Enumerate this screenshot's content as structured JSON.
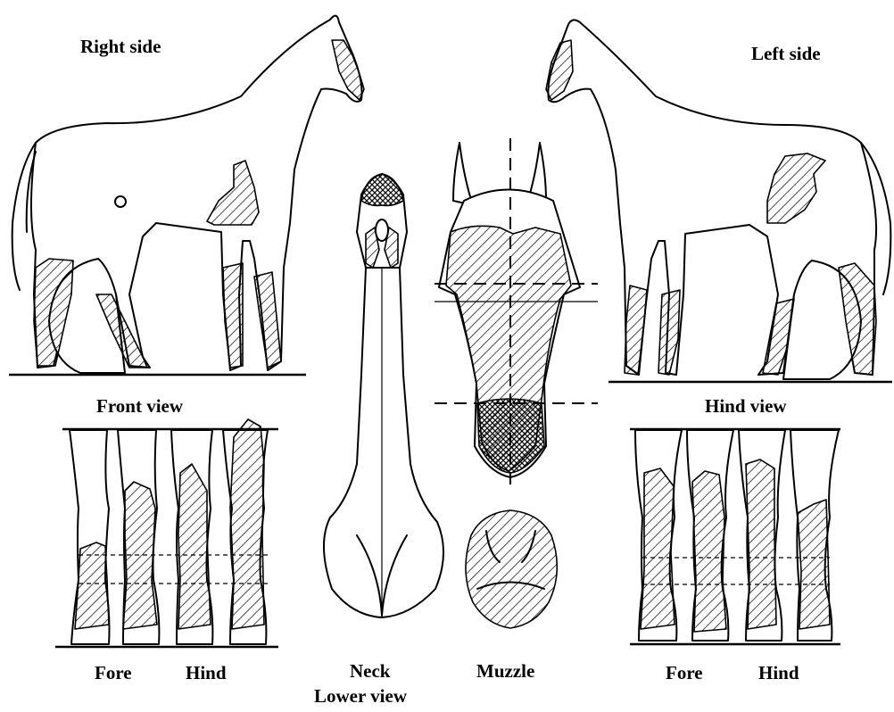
{
  "labels": {
    "right_side": "Right side",
    "left_side": "Left side",
    "front_view": "Front view",
    "hind_view": "Hind view",
    "front_fore": "Fore",
    "front_hind": "Hind",
    "hind_fore": "Fore",
    "hind_hind": "Hind",
    "neck": "Neck",
    "muzzle": "Muzzle",
    "lower_view": "Lower view"
  },
  "style": {
    "ink": "#000000",
    "background": "#ffffff"
  }
}
